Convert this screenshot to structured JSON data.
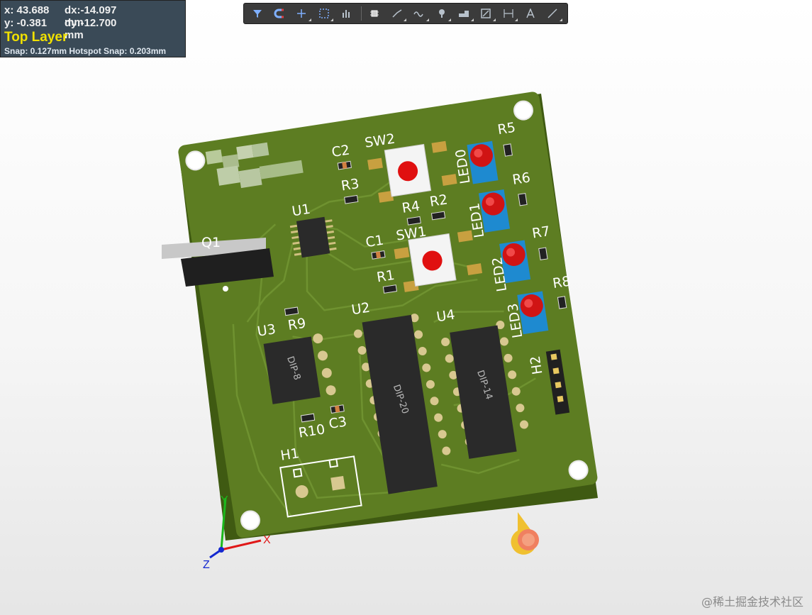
{
  "hud": {
    "x_readout": "x: 43.688",
    "dx_readout": "dx:-14.097 mm",
    "y_readout": "y: -0.381",
    "dy_readout": "dy:-12.700 mm",
    "layer": "Top Layer",
    "snap": "Snap: 0.127mm Hotspot Snap: 0.203mm"
  },
  "toolbar": {
    "tools": [
      "filter-icon",
      "magnet-icon",
      "crosshair-icon",
      "select-box-icon",
      "chart-icon",
      "component-icon",
      "route-icon",
      "diff-route-icon",
      "via-icon",
      "fill-icon",
      "region-icon",
      "dimension-icon",
      "text-icon",
      "line-icon"
    ]
  },
  "board": {
    "color": "#5a7a1e",
    "components": {
      "c2": "C2",
      "sw2": "SW2",
      "r3": "R3",
      "r5": "R5",
      "led0": "LED0",
      "u1": "U1",
      "r4": "R4",
      "r2": "R2",
      "led1": "LED1",
      "r6": "R6",
      "q1": "Q1",
      "c1": "C1",
      "sw1": "SW1",
      "r1": "R1",
      "r7": "R7",
      "led2": "LED2",
      "u3": "U3",
      "r9": "R9",
      "u2": "U2",
      "led3": "LED3",
      "r8": "R8",
      "u4": "U4",
      "h2": "H2",
      "r10": "R10",
      "c3": "C3",
      "h1": "H1"
    },
    "chip_labels": {
      "dip8": "DIP-8",
      "dip20": "DIP-20",
      "dip14": "DIP-14"
    }
  },
  "axes": {
    "x": "X",
    "y": "Y",
    "z": "Z"
  },
  "watermark": "@稀土掘金技术社区"
}
